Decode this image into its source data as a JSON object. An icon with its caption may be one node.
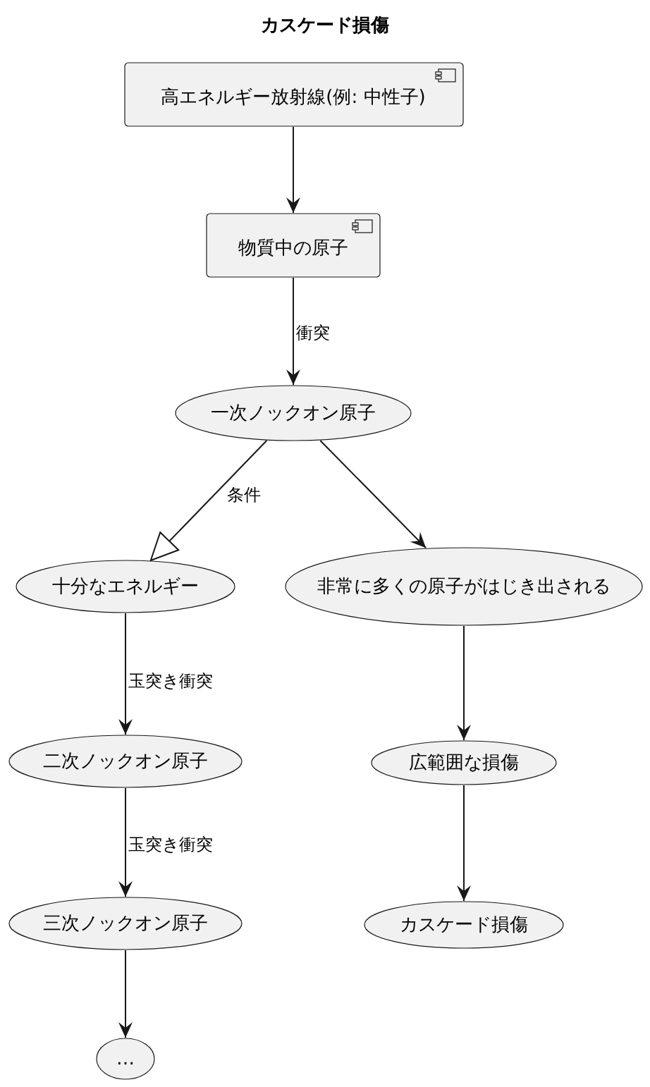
{
  "diagram": {
    "title": "カスケード損傷",
    "nodes": [
      {
        "text": [
          "高エネルギー放射線(例: 中性子)"
        ]
      },
      {
        "text": [
          "物質中の原子"
        ]
      },
      {
        "text": [
          "一次ノックオン原子"
        ]
      },
      {
        "text": [
          "十分なエネルギー"
        ]
      },
      {
        "text": [
          "非常に多くの原子がはじき出される"
        ]
      },
      {
        "text": [
          "二次ノックオン原子"
        ]
      },
      {
        "text": [
          "広範囲な損傷"
        ]
      },
      {
        "text": [
          "三次ノックオン原子"
        ]
      },
      {
        "text": [
          "カスケード損傷"
        ]
      },
      {
        "text": [
          "…"
        ]
      }
    ],
    "edges": [
      {
        "from": 0,
        "to": 1,
        "arrow": "to"
      },
      {
        "from": 1,
        "to": 2,
        "arrow": "to",
        "label": "衝突"
      },
      {
        "from": 2,
        "to": 3,
        "arrow": "to",
        "label": "条件"
      },
      {
        "from": 2,
        "to": 4,
        "arrow": "to"
      },
      {
        "from": 3,
        "to": 5,
        "arrow": "to",
        "label": "玉突き衝突"
      },
      {
        "from": 5,
        "to": 7,
        "arrow": "to",
        "label": "玉突き衝突"
      },
      {
        "from": 7,
        "to": 9,
        "arrow": "to"
      },
      {
        "from": 4,
        "to": 6,
        "arrow": "to"
      },
      {
        "from": 6,
        "to": 8,
        "arrow": "to"
      }
    ]
  }
}
